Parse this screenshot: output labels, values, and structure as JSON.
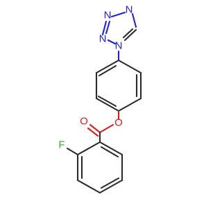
{
  "molecule": {
    "atoms": {
      "n1": {
        "symbol": "N",
        "color": "#1f1fe6"
      },
      "n2": {
        "symbol": "N",
        "color": "#1f1fe6"
      },
      "n3": {
        "symbol": "N",
        "color": "#1f1fe6"
      },
      "n4": {
        "symbol": "N",
        "color": "#1f1fe6"
      },
      "o_ester": {
        "symbol": "O",
        "color": "#e01b1b"
      },
      "o_carbonyl": {
        "symbol": "O",
        "color": "#e01b1b"
      },
      "fluorine": {
        "symbol": "F",
        "color": "#3aa63a"
      }
    },
    "bond_color": "#2b2b2b"
  }
}
